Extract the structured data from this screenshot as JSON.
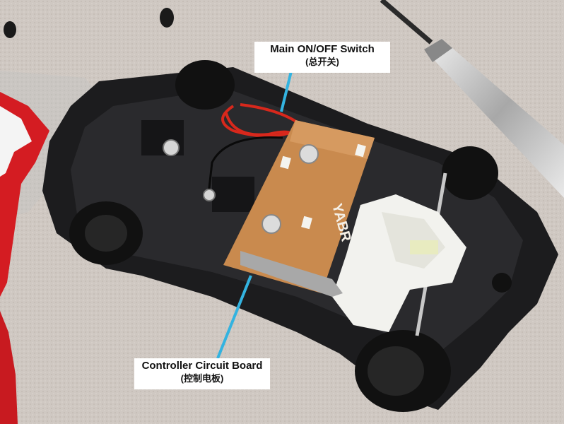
{
  "annotations": {
    "switch": {
      "label": "Main ON/OFF Switch",
      "sublabel": "(总开关)"
    },
    "board": {
      "label": "Controller Circuit Board",
      "sublabel": "(控制电板)"
    }
  },
  "board_marking": "YABR",
  "colors": {
    "carpet": "#cfc8c2",
    "chassis": "#1c1c1e",
    "pcb": "#c98a4e",
    "wire": "#d8281c",
    "pointer": "#33b3e0",
    "motor": "#f2f2ee",
    "red_fabric": "#d41c22"
  }
}
